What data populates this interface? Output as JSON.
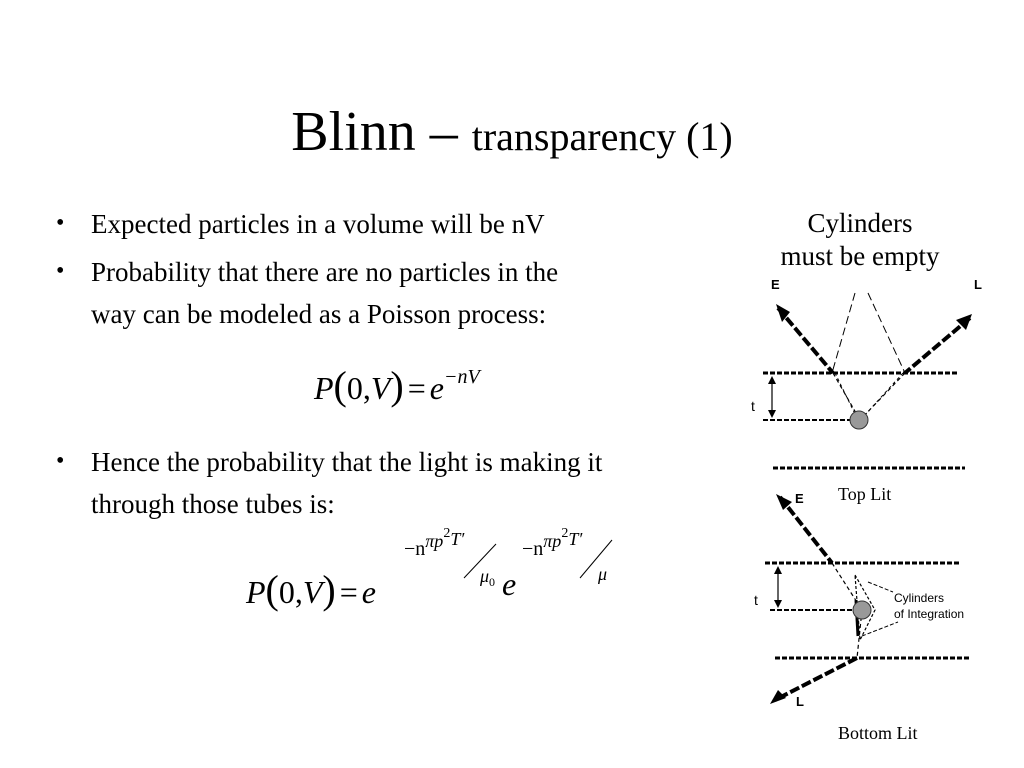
{
  "slide": {
    "title_main": "Blinn",
    "title_dash": " – ",
    "title_sub": "transparency (1)"
  },
  "bullets": [
    {
      "lines": [
        "Expected particles in a volume will be nV"
      ]
    },
    {
      "lines": [
        "Probability that there are no particles in the",
        "way can be modeled as a Poisson process:"
      ]
    },
    {
      "lines": [
        "Hence the probability that the light is making it",
        "through those tubes is:"
      ]
    }
  ],
  "equation1": {
    "P": "P",
    "open": "(",
    "zero": "0,",
    "V": "V",
    "close": ")",
    "eq": "=",
    "e": "e",
    "exp": "−nV"
  },
  "equation2": {
    "P": "P",
    "open": "(",
    "zero": "0,",
    "V": "V",
    "close": ")",
    "eq": "=",
    "e1": "e",
    "e2": "e",
    "exp1_num": "−n",
    "exp1_pi": "πp",
    "exp1_sq": "2",
    "exp1_T": "T′",
    "exp1_den": "μ",
    "exp1_den_sub": "0",
    "exp2_num": "−n",
    "exp2_pi": "πp",
    "exp2_sq": "2",
    "exp2_T": "T′",
    "exp2_den": "μ"
  },
  "diagram": {
    "caption_top_line1": "Cylinders",
    "caption_top_line2": "must be empty",
    "top_E": "E",
    "top_L": "L",
    "top_t": "t",
    "top_lit": "Top Lit",
    "bottom_E": "E",
    "bottom_L": "L",
    "bottom_t": "t",
    "cyl_label_1": "Cylinders",
    "cyl_label_2": "of Integration",
    "bottom_lit": "Bottom Lit"
  }
}
